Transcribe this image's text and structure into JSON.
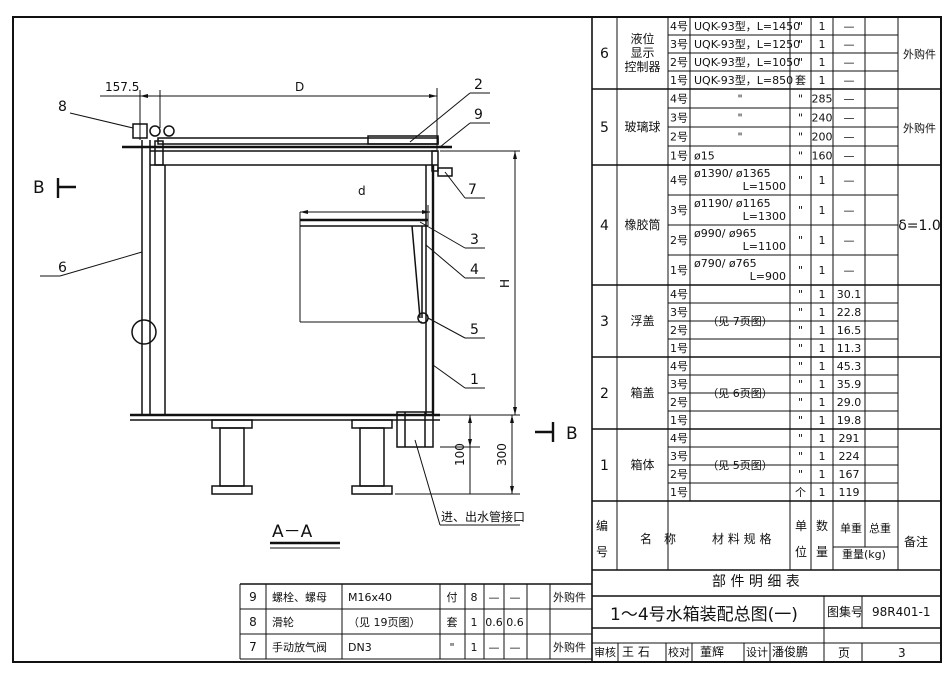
{
  "drawing": {
    "dims": {
      "d157": "157.5",
      "D": "D",
      "d": "d",
      "H": "H",
      "h300": "300",
      "h100": "100"
    },
    "callouts": [
      "8",
      "2",
      "9",
      "7",
      "3",
      "4",
      "5",
      "1",
      "6"
    ],
    "section_marks": {
      "left": "B",
      "right": "B"
    },
    "section_title": "A－A",
    "pipe_label": "进、出水管接口"
  },
  "parts_table": {
    "groups": [
      {
        "no": "6",
        "name_lines": [
          "液位",
          "显示",
          "控制器"
        ],
        "remark": "外购件",
        "rows": [
          {
            "size": "4号",
            "spec": "UQK-93型，L=1450",
            "unit": "\"",
            "qty": "1",
            "uw": "—",
            "tw": ""
          },
          {
            "size": "3号",
            "spec": "UQK-93型，L=1250",
            "unit": "\"",
            "qty": "1",
            "uw": "—",
            "tw": ""
          },
          {
            "size": "2号",
            "spec": "UQK-93型，L=1050",
            "unit": "\"",
            "qty": "1",
            "uw": "—",
            "tw": ""
          },
          {
            "size": "1号",
            "spec": "UQK-93型，L=850",
            "unit": "套",
            "qty": "1",
            "uw": "—",
            "tw": ""
          }
        ]
      },
      {
        "no": "5",
        "name_lines": [
          "玻璃球"
        ],
        "remark": "外购件",
        "rows": [
          {
            "size": "4号",
            "spec": "\"",
            "unit": "\"",
            "qty": "285",
            "uw": "—",
            "tw": ""
          },
          {
            "size": "3号",
            "spec": "\"",
            "unit": "\"",
            "qty": "240",
            "uw": "—",
            "tw": ""
          },
          {
            "size": "2号",
            "spec": "\"",
            "unit": "\"",
            "qty": "200",
            "uw": "—",
            "tw": ""
          },
          {
            "size": "1号",
            "spec": "ø15",
            "unit": "\"",
            "qty": "160",
            "uw": "—",
            "tw": ""
          }
        ]
      },
      {
        "no": "4",
        "name_lines": [
          "橡胶筒"
        ],
        "remark": "δ=1.0",
        "rows": [
          {
            "size": "4号",
            "spec": "ø1390/ ø1365",
            "spec2": "L=1500",
            "unit": "\"",
            "qty": "1",
            "uw": "—",
            "tw": ""
          },
          {
            "size": "3号",
            "spec": "ø1190/ ø1165",
            "spec2": "L=1300",
            "unit": "\"",
            "qty": "1",
            "uw": "—",
            "tw": ""
          },
          {
            "size": "2号",
            "spec": "ø990/ ø965",
            "spec2": "L=1100",
            "unit": "\"",
            "qty": "1",
            "uw": "—",
            "tw": ""
          },
          {
            "size": "1号",
            "spec": "ø790/ ø765",
            "spec2": "L=900",
            "unit": "\"",
            "qty": "1",
            "uw": "—",
            "tw": ""
          }
        ]
      },
      {
        "no": "3",
        "name_lines": [
          "浮盖"
        ],
        "spec_merged": "（见 7页图）",
        "remark": "",
        "rows": [
          {
            "size": "4号",
            "unit": "\"",
            "qty": "1",
            "uw": "30.1",
            "tw": ""
          },
          {
            "size": "3号",
            "unit": "\"",
            "qty": "1",
            "uw": "22.8",
            "tw": ""
          },
          {
            "size": "2号",
            "unit": "\"",
            "qty": "1",
            "uw": "16.5",
            "tw": ""
          },
          {
            "size": "1号",
            "unit": "\"",
            "qty": "1",
            "uw": "11.3",
            "tw": ""
          }
        ]
      },
      {
        "no": "2",
        "name_lines": [
          "箱盖"
        ],
        "spec_merged": "（见 6页图）",
        "remark": "",
        "rows": [
          {
            "size": "4号",
            "unit": "\"",
            "qty": "1",
            "uw": "45.3",
            "tw": ""
          },
          {
            "size": "3号",
            "unit": "\"",
            "qty": "1",
            "uw": "35.9",
            "tw": ""
          },
          {
            "size": "2号",
            "unit": "\"",
            "qty": "1",
            "uw": "29.0",
            "tw": ""
          },
          {
            "size": "1号",
            "unit": "\"",
            "qty": "1",
            "uw": "19.8",
            "tw": ""
          }
        ]
      },
      {
        "no": "1",
        "name_lines": [
          "箱体"
        ],
        "spec_merged": "（见 5页图）",
        "remark": "",
        "rows": [
          {
            "size": "4号",
            "unit": "\"",
            "qty": "1",
            "uw": "291",
            "tw": ""
          },
          {
            "size": "3号",
            "unit": "\"",
            "qty": "1",
            "uw": "224",
            "tw": ""
          },
          {
            "size": "2号",
            "unit": "\"",
            "qty": "1",
            "uw": "167",
            "tw": ""
          },
          {
            "size": "1号",
            "unit": "个",
            "qty": "1",
            "uw": "119",
            "tw": ""
          }
        ]
      }
    ],
    "header": {
      "no": [
        "编",
        "号"
      ],
      "name": "名　称",
      "spec": "材 料 规 格",
      "unit": [
        "单",
        "位"
      ],
      "qty": [
        "数",
        "量"
      ],
      "uw": "单重",
      "tw": "总重",
      "weight": "重量(kg)",
      "remark": "备注"
    },
    "caption": "部 件 明 细 表"
  },
  "bottom_table": {
    "rows": [
      {
        "no": "9",
        "name": "螺栓、螺母",
        "spec": "M16x40",
        "unit": "付",
        "qty": "8",
        "uw": "—",
        "tw": "—",
        "remark": "外购件"
      },
      {
        "no": "8",
        "name": "滑轮",
        "spec": "（见 19页图）",
        "unit": "套",
        "qty": "1",
        "uw": "0.6",
        "tw": "0.6",
        "remark": ""
      },
      {
        "no": "7",
        "name": "手动放气阀",
        "spec": "DN3",
        "unit": "\"",
        "qty": "1",
        "uw": "—",
        "tw": "—",
        "remark": "外购件"
      }
    ]
  },
  "title_block": {
    "title": "1～4号水箱装配总图(一)",
    "atlas_label": "图集号",
    "atlas_no": "98R401-1",
    "review": "审核",
    "review_sig": "王 石",
    "check": "校对",
    "check_sig": "董辉",
    "design": "设计",
    "design_sig": "潘俊鹏",
    "page_label": "页",
    "page_no": "3"
  }
}
